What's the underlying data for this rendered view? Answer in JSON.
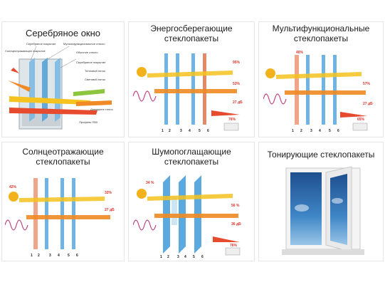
{
  "panels": [
    {
      "title_lines": [
        "Серебряное окно"
      ],
      "labels": [
        "Серебряное покрытие",
        "Мультифункциональное стекло",
        "Солнцеотражающее покрытие",
        "Обычное стекло",
        "Серебряное покрытие",
        "Тепловой поток",
        "Световой поток",
        "Домашнее тепло",
        "Профиль ПВХ"
      ]
    },
    {
      "title_lines": [
        "Энергосберегающие",
        "стеклопакеты"
      ],
      "percents": [
        "95%",
        "53%",
        "27 дБ",
        "76%"
      ],
      "pane_numbers": [
        "1",
        "2",
        "3",
        "4",
        "5",
        "6"
      ]
    },
    {
      "title_lines": [
        "Мультифункциональные",
        "стеклопакеты"
      ],
      "percents": [
        "40%",
        "57%",
        "27 дБ",
        "65%"
      ],
      "pane_numbers": [
        "1",
        "2",
        "3",
        "4",
        "5",
        "6"
      ]
    },
    {
      "title_lines": [
        "Солнцеотражающие",
        "стеклопакеты"
      ],
      "percents": [
        "42%",
        "32%",
        "27 дБ"
      ],
      "pane_numbers": [
        "1",
        "2",
        "3",
        "4",
        "5",
        "6"
      ]
    },
    {
      "title_lines": [
        "Шумопоглащающие",
        "стеклопакеты"
      ],
      "percents": [
        "34 %",
        "56 %",
        "36 дБ",
        "76%"
      ],
      "pane_numbers": [
        "1",
        "2",
        "3",
        "4",
        "5",
        "6"
      ]
    },
    {
      "title_lines": [
        "Тонирующие стеклопакеты"
      ]
    }
  ],
  "colors": {
    "accent_red": "#d9342b",
    "sun_yellow": "#f2b21c",
    "glass_blue": "#5aa9df",
    "arrow_orange": "#f08a24",
    "sky_blue": "#2f6fb0"
  }
}
